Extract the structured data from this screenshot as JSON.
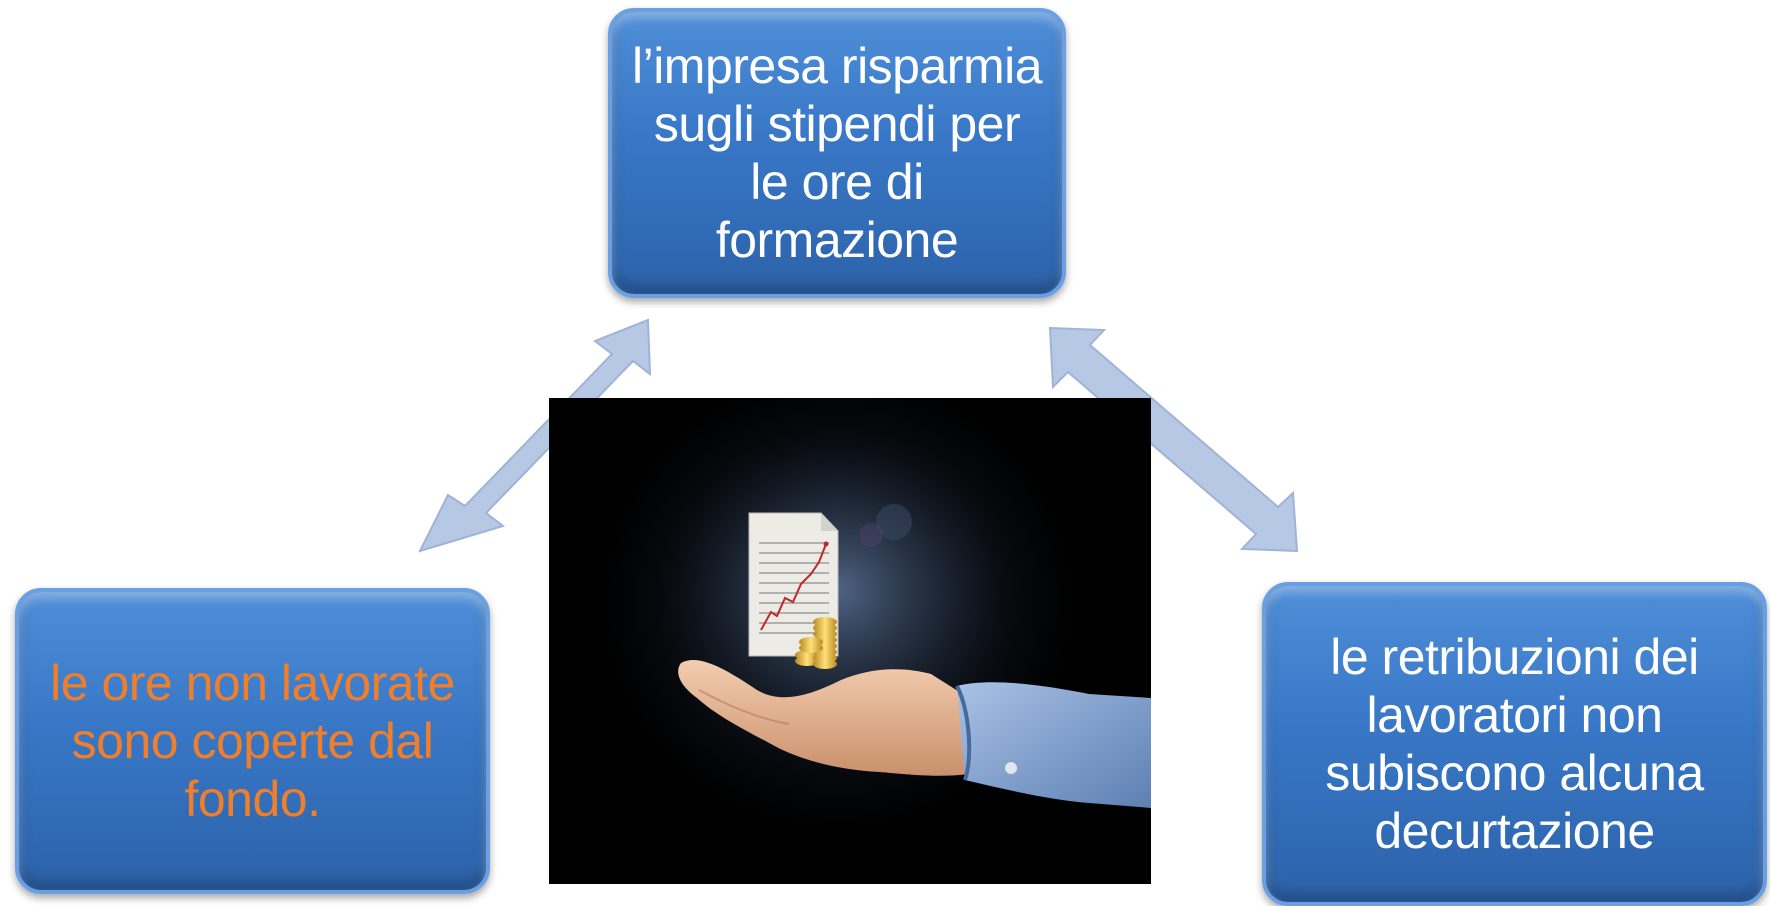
{
  "boxes": {
    "top": {
      "text": "l’impresa risparmia sugli stipendi per le ore di formazione",
      "color": "#ffffff"
    },
    "left": {
      "text": "le ore non lavorate sono coperte dal fondo.",
      "color": "#f07f2c"
    },
    "right": {
      "text": "le retribuzioni dei lavoratori non subiscono alcuna decurtazione",
      "color": "#ffffff"
    }
  },
  "colors": {
    "box_fill": "#3877c6",
    "arrow_fill": "#b7c8e4",
    "photo_background": "#000000"
  },
  "icons": {
    "photo": "hand-holding-document-with-growth-chart-and-coins",
    "arrows": "double-headed-arrow"
  }
}
